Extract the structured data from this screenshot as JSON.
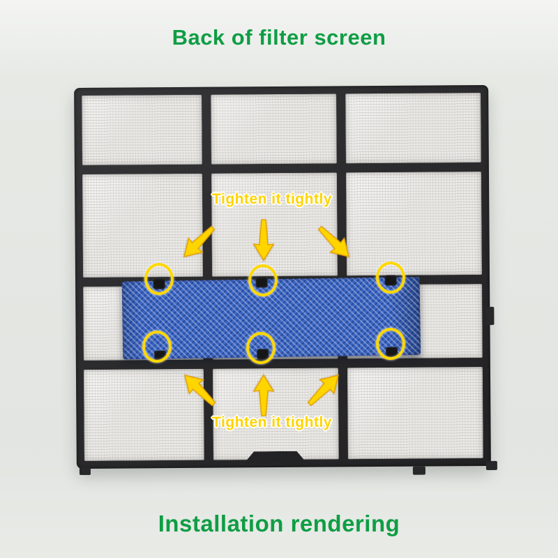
{
  "titles": {
    "top": "Back of filter screen",
    "bottom": "Installation rendering"
  },
  "annotations": {
    "top_label": "Tighten it tightly",
    "bottom_label": "Tighten it tightly"
  },
  "icons": {
    "arrow": "tighten-direction-arrow",
    "marker": "fastener-circle-marker"
  },
  "colors": {
    "title_green": "#0f9d45",
    "annotation_yellow": "#ffd400",
    "annotation_outline": "#ffffff",
    "arrow_fill": "#ffd500",
    "frame_dark": "#2b2b2d",
    "mesh_light": "#eceae7",
    "pad_blue": "#3b66c4",
    "background": "#e4e7e3"
  }
}
